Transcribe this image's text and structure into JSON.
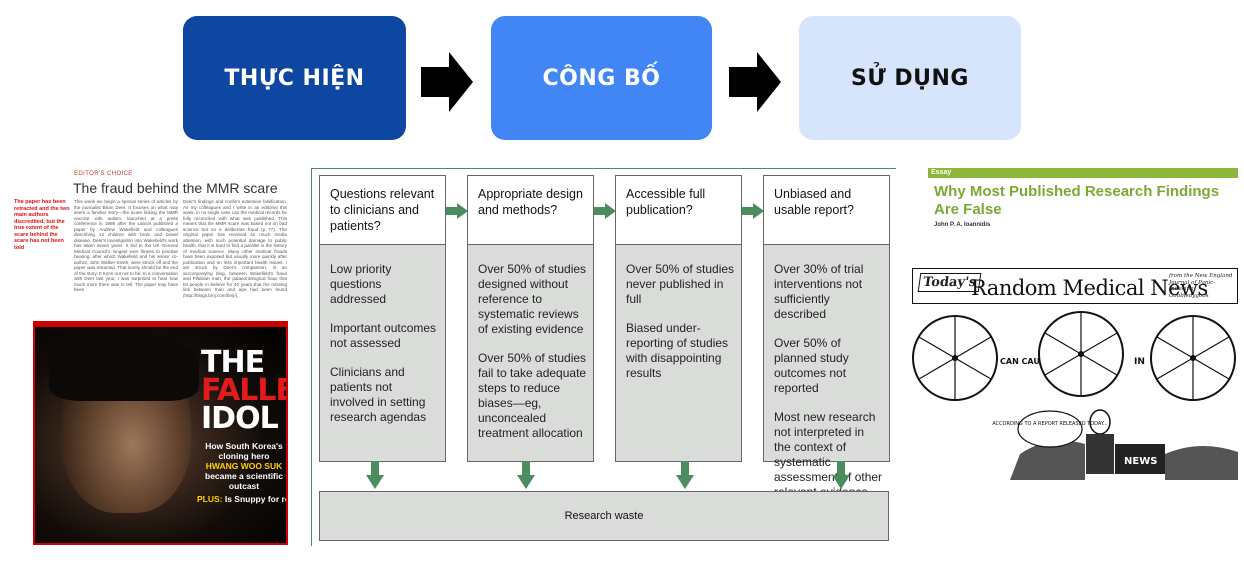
{
  "process": {
    "stages": [
      {
        "label": "THỰC HIỆN",
        "bg": "#0d47a1",
        "fg": "#ffffff"
      },
      {
        "label": "CÔNG BỐ",
        "bg": "#4285f4",
        "fg": "#ffffff"
      },
      {
        "label": "SỬ DỤNG",
        "bg": "#d6e4fc",
        "fg": "#111111"
      }
    ],
    "arrow_icon": "right-arrow-icon"
  },
  "article": {
    "section": "EDITOR'S CHOICE",
    "title": "The fraud behind the MMR scare",
    "sidenote": "The paper has been retracted and the two main authors discredited, but the true extent of the scare behind the scare has not been told",
    "col_a": "This week we begin a special series of articles by the journalist Brian Deer. It focuses on what may seem a familiar story—the scare linking the MMR vaccine with autism, launched at a press conference in 1998 after the Lancet published a paper by Andrew Wakefield and colleagues describing 12 children with brain and bowel disease. Deer's investigation into Wakefield's work has taken seven years. It led to the UK General Medical Council's longest ever fitness to practise hearing, after which Wakefield and his senior co-author, John Walker-Smith, were struck off and the paper was retracted. That surely should be the end of the story. It turns out not to be. In a conversation with Deer last year, I was surprised to hear how much more there was to tell. The paper may have been",
    "col_b": "Deer's findings and confirm extensive falsification. As my colleagues and I write in an editorial this week, in no single case can the medical records be fully reconciled with what was published. This means that the MMR scare was based not on bad science but on a deliberate fraud (p 77). The original paper has received so much media attention, with such potential damage to public health, that it is hard to find a parallel in the history of medical science. Many other medical frauds have been exposed but usually more quickly after publication and on less important health issues. I am struck by Deer's comparison, in an accompanying blog, between Wakefield's fraud and Piltdown man, the palaeontological hoax that bit people in believe for 40 years that the missing link between man and ape had been found (http://blogs.bmj.com/bmj/)."
  },
  "cover": {
    "title_line1": "THE",
    "title_line2": "FALLEN",
    "title_line3": "IDOL",
    "sub_a": "How South Korea's cloning hero",
    "sub_name": "HWANG WOO SUK",
    "sub_b": "became a scientific outcast",
    "plus_label": "PLUS:",
    "plus_text": " Is Snuppy for real?"
  },
  "waste": {
    "columns": [
      {
        "heading": "Questions relevant to clinicians and patients?",
        "items": [
          "Low priority questions addressed",
          "Important outcomes not assessed",
          "Clinicians and patients not involved in setting research agendas"
        ]
      },
      {
        "heading": "Appropriate design and methods?",
        "items": [
          "Over 50% of studies designed without reference to systematic reviews of existing evidence",
          "Over 50% of studies fail to take adequate steps to reduce biases—eg, unconcealed treatment allocation"
        ]
      },
      {
        "heading": "Accessible full publication?",
        "items": [
          "Over 50% of studies never published in full",
          "Biased under-reporting of studies with disappointing results"
        ]
      },
      {
        "heading": "Unbiased and usable report?",
        "items": [
          "Over 30% of trial interventions not sufficiently described",
          "Over 50% of planned study outcomes not reported",
          "Most new research not interpreted in the context of systematic assessment of other relevant evidence"
        ]
      }
    ],
    "result": "Research waste",
    "arrow_color": "#4d8c5e"
  },
  "essay": {
    "tag": "Essay",
    "title": "Why Most Published Research Findings Are False",
    "author": "John P. A. Ioannidis"
  },
  "cartoon": {
    "todays": "Today's",
    "masthead": "Random Medical News",
    "from": "from the New England Journal of Panic-Inducing Gobbledygook",
    "can_cause": "CAN CAUSE",
    "in_word": "IN",
    "bubble": "ACCORDING TO A REPORT RELEASED TODAY...",
    "news": "NEWS"
  }
}
